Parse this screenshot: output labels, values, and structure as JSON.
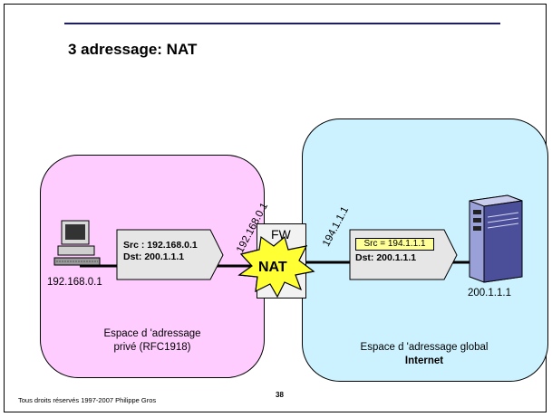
{
  "slide": {
    "title": "3 adressage: NAT",
    "footer": "Tous droits réservés 1997-2007 Philippe Gros",
    "page_number": "38"
  },
  "private_zone": {
    "caption_line1": "Espace d 'adressage",
    "caption_line2": "privé (RFC1918)",
    "color": "#ffccff"
  },
  "global_zone": {
    "caption_line1": "Espace d 'adressage global",
    "caption_line2": "Internet",
    "color": "#ccf2ff"
  },
  "client": {
    "icon": "desktop-computer-icon",
    "ip": "192.168.0.1"
  },
  "server": {
    "icon": "tower-server-icon",
    "ip": "200.1.1.1"
  },
  "firewall": {
    "label": "FW",
    "badge": "NAT",
    "badge_color": "#ffff33",
    "inside_ip": "192.168.0.1",
    "outside_ip": "194.1.1.1"
  },
  "packet_before": {
    "src": "Src : 192.168.0.1",
    "dst": "Dst: 200.1.1.1"
  },
  "packet_after": {
    "src": "Src = 194.1.1.1",
    "dst": "Dst: 200.1.1.1"
  }
}
